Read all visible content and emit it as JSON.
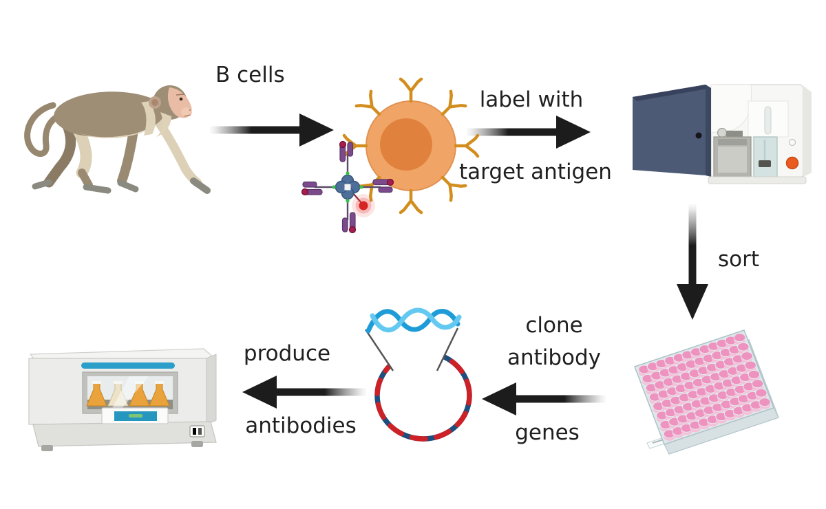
{
  "diagram": {
    "title": "B cell monoclonal antibody discovery workflow",
    "steps": {
      "b_cells_label": "B cells",
      "label_with_line1": "label with",
      "label_with_line2": "target antigen",
      "sort_label": "sort",
      "clone_line1": "clone",
      "clone_line2": "antibody",
      "clone_line3": "genes",
      "produce_line1": "produce",
      "produce_line2": "antibodies"
    },
    "icons": {
      "monkey": "rhesus-macaque",
      "b_cell": "b-cell-with-antibody-receptors",
      "antigen": "fluorophore-labeled-antigen-tetramer",
      "cytometer": "flow-cytometer-cell-sorter",
      "plate": "96-well-plate",
      "plasmid": "plasmid-with-cloned-insert",
      "incubator": "shaking-incubator-with-flasks"
    },
    "plate": {
      "rows": 8,
      "cols": 12
    },
    "colors": {
      "arrow": "#1c1c1c",
      "text": "#202020",
      "b_cell_body": "#f0a566",
      "b_cell_nucleus": "#e0823e",
      "receptor_orange": "#d28d1c",
      "antigen_purple": "#7b4a8c",
      "tetramer_core_blue": "#4e6f99",
      "fluorophore_red": "#d62422",
      "plasmid_red": "#cc2127",
      "plasmid_blue": "#1d4e7e",
      "insert_light_blue": "#29abe2",
      "well_pink": "#ee92bf",
      "plate_body": "#dde8eb",
      "cytometer_navy": "#4c5a75",
      "incubator_blue": "#2b9fc9",
      "monkey_fur": "#9e8e76"
    }
  }
}
